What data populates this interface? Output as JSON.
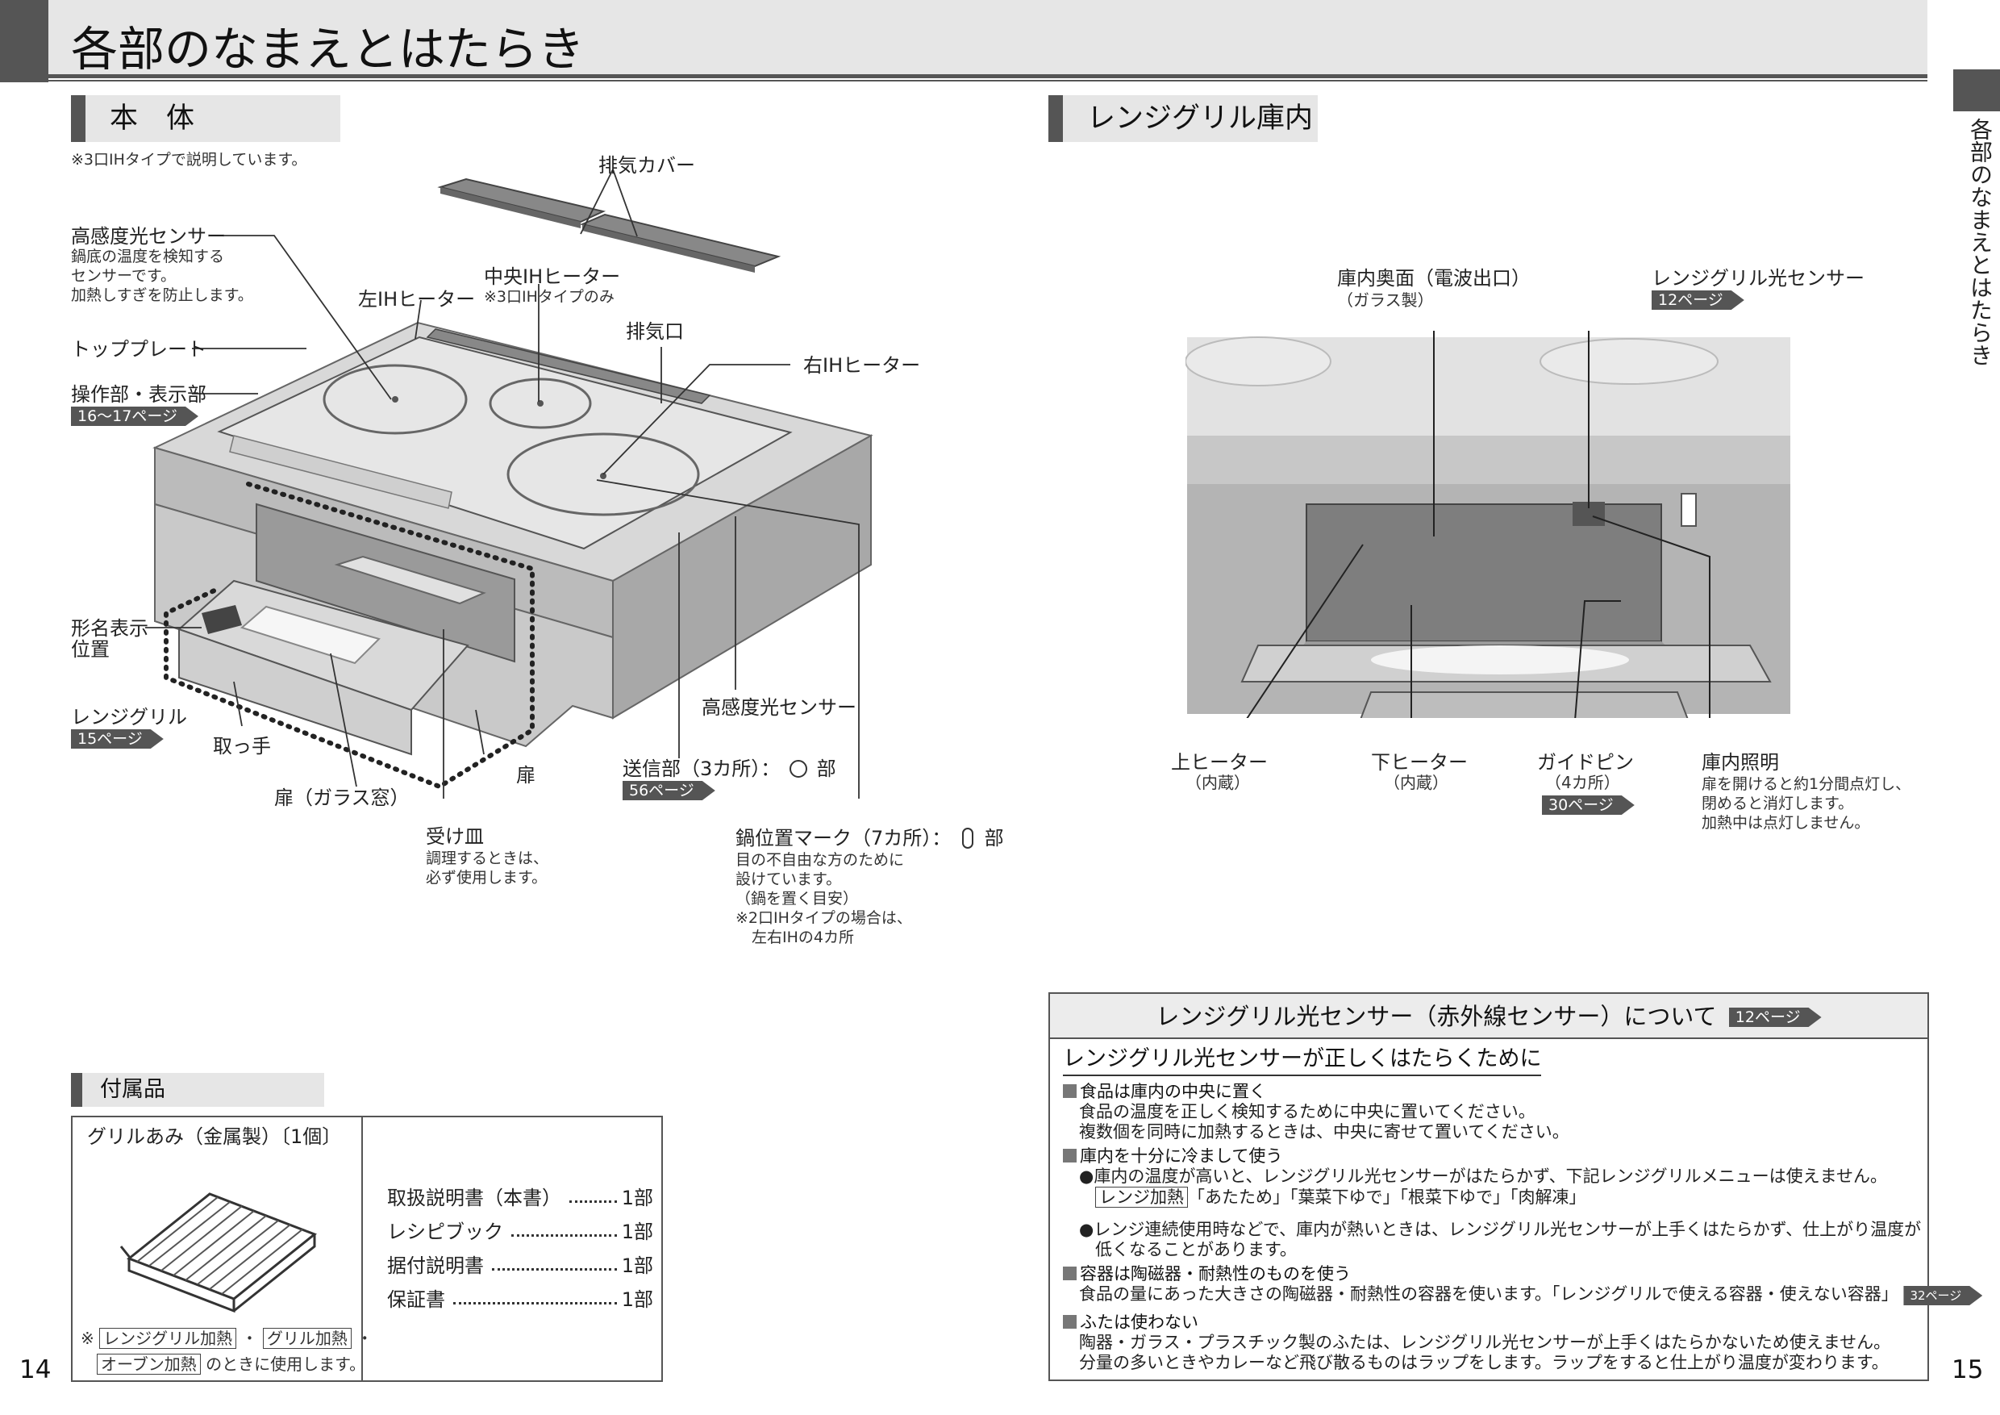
{
  "header": {
    "title": "各部のなまえとはたらき"
  },
  "side_tab": {
    "label": "各部のなまえとはたらき"
  },
  "body_section": {
    "heading": "本　体",
    "note": "※3口IHタイプで説明しています。",
    "labels": {
      "exhaust_cover": "排気カバー",
      "sensor_title": "高感度光センサー",
      "sensor_desc1": "鍋底の温度を検知する",
      "sensor_desc2": "センサーです。",
      "sensor_desc3": "加熱しすぎを防止します。",
      "center_ih": "中央IHヒーター",
      "center_ih_note": "※3口IHタイプのみ",
      "left_ih": "左IHヒーター",
      "vent": "排気口",
      "top_plate": "トッププレート",
      "right_ih": "右IHヒーター",
      "control": "操作部・表示部",
      "control_ref": "16〜17ページ",
      "model_label_1": "形名表示",
      "model_label_2": "位置",
      "range_grill": "レンジグリル",
      "range_grill_ref": "15ページ",
      "handle": "取っ手",
      "high_sensor2": "高感度光センサー",
      "door_glass": "扉（ガラス窓）",
      "door": "扉",
      "transmitter": "送信部（3カ所）：",
      "transmitter_unit": "部",
      "transmitter_ref": "56ページ",
      "tray": "受け皿",
      "tray_desc1": "調理するときは、",
      "tray_desc2": "必ず使用します。",
      "pot_mark": "鍋位置マーク（7カ所）：",
      "pot_mark_unit": "部",
      "pot_desc1": "目の不自由な方のために",
      "pot_desc2": "設けています。",
      "pot_desc3": "（鍋を置く目安）",
      "pot_desc4": "※2口IHタイプの場合は、",
      "pot_desc5": "左右IHの4カ所"
    }
  },
  "accessories": {
    "heading": "付属品",
    "grill_net": "グリルあみ（金属製）〔1個〕",
    "note_prefix": "※",
    "note_tag1": "レンジグリル加熱",
    "note_sep": "・",
    "note_tag2": "グリル加熱",
    "note_tag3": "オーブン加熱",
    "note_suffix": "のときに使用します。",
    "items": [
      {
        "name": "取扱説明書（本書）",
        "qty": "1部"
      },
      {
        "name": "レシピブック",
        "qty": "1部"
      },
      {
        "name": "据付説明書",
        "qty": "1部"
      },
      {
        "name": "保証書",
        "qty": "1部"
      }
    ]
  },
  "grill_section": {
    "heading": "レンジグリル庫内",
    "labels": {
      "back": "庫内奥面（電波出口）",
      "back_sub": "（ガラス製）",
      "light_sensor": "レンジグリル光センサー",
      "light_sensor_ref": "12ページ",
      "upper_heater": "上ヒーター",
      "upper_sub": "（内蔵）",
      "lower_heater": "下ヒーター",
      "lower_sub": "（内蔵）",
      "guide_pin": "ガイドピン",
      "guide_sub": "（4カ所）",
      "guide_ref": "30ページ",
      "light": "庫内照明",
      "light_desc1": "扉を開けると約1分間点灯し、",
      "light_desc2": "閉めると消灯します。",
      "light_desc3": "加熱中は点灯しません。"
    }
  },
  "info": {
    "title": "レンジグリル光センサー（赤外線センサー）について",
    "title_ref": "12ページ",
    "subtitle": "レンジグリル光センサーが正しくはたらくために",
    "h1": "食品は庫内の中央に置く",
    "h1_l1": "食品の温度を正しく検知するために中央に置いてください。",
    "h1_l2": "複数個を同時に加熱するときは、中央に寄せて置いてください。",
    "h2": "庫内を十分に冷まして使う",
    "h2_b1": "●庫内の温度が高いと、レンジグリル光センサーがはたらかず、下記レンジグリルメニューは使えません。",
    "h2_tag": "レンジ加熱",
    "h2_menus": "「あたため」「葉菜下ゆで」「根菜下ゆで」「肉解凍」",
    "h2_b2": "●レンジ連続使用時などで、庫内が熱いときは、レンジグリル光センサーが上手くはたらかず、仕上がり温度が",
    "h2_b2b": "低くなることがあります。",
    "h3": "容器は陶磁器・耐熱性のものを使う",
    "h3_l1": "食品の量にあった大きさの陶磁器・耐熱性の容器を使います。「レンジグリルで使える容器・使えない容器」",
    "h3_ref": "32ページ",
    "h4": "ふたは使わない",
    "h4_l1": "陶器・ガラス・プラスチック製のふたは、レンジグリル光センサーが上手くはたらかないため使えません。",
    "h4_l2": "分量の多いときやカレーなど飛び散るものはラップをします。ラップをすると仕上がり温度が変わります。"
  },
  "page_numbers": {
    "left": "14",
    "right": "15"
  }
}
